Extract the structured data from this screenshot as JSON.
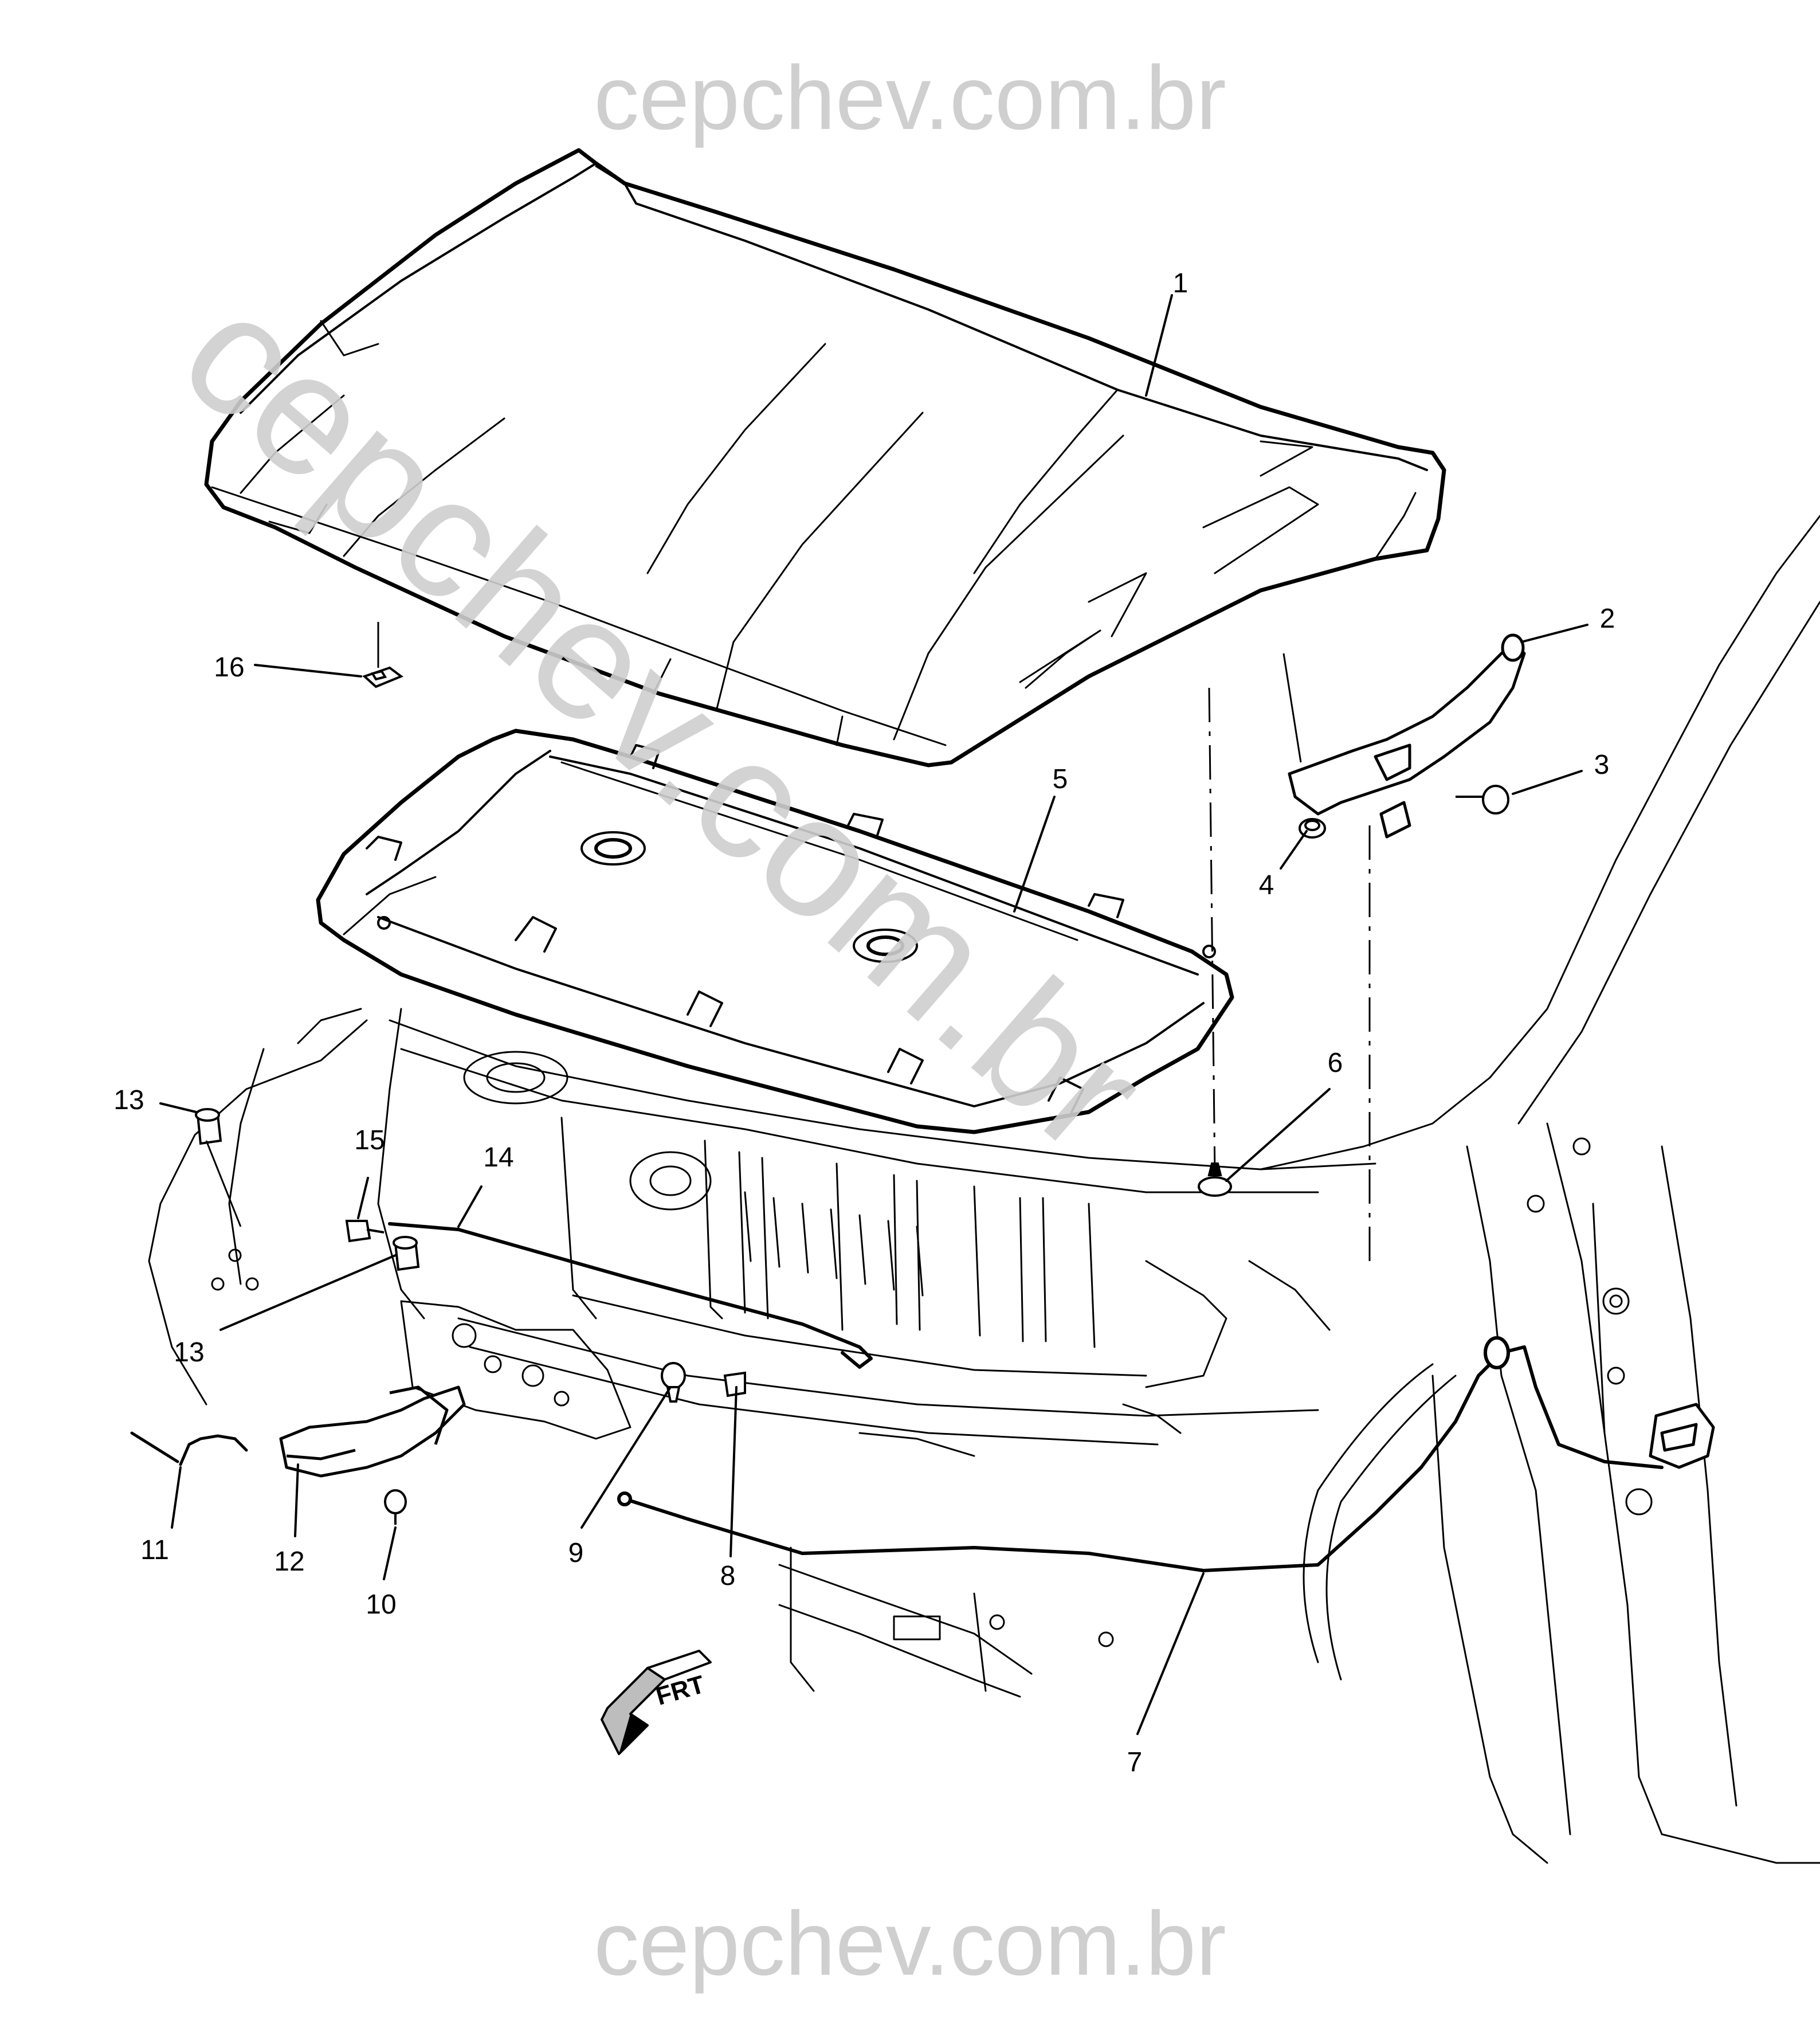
{
  "watermark": {
    "top": "cepchev.com.br",
    "bottom": "cepchev.com.br",
    "diagonal": "cepchev.com.br",
    "color": "#cfcfcf"
  },
  "orientation_marker": {
    "label": "FRT",
    "icon": "front-arrow-icon"
  },
  "callouts": [
    "1",
    "2",
    "3",
    "4",
    "5",
    "6",
    "7",
    "8",
    "9",
    "10",
    "11",
    "12",
    "13",
    "13",
    "14",
    "15",
    "16"
  ],
  "colors": {
    "line": "#000000",
    "watermark": "#cfcfcf",
    "background": "#ffffff"
  }
}
